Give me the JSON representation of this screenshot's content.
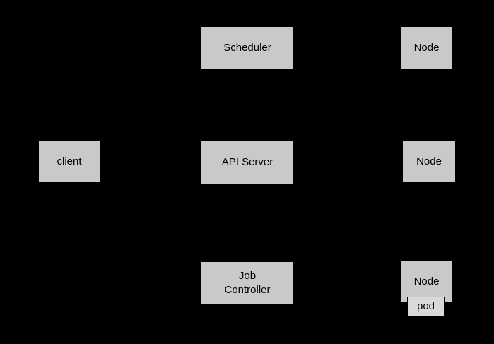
{
  "diagram": {
    "background": "#000000",
    "box_fill": "#c9c9c9",
    "pod_fill": "#d9d9d9",
    "text_color": "#000000",
    "nodes": [
      {
        "id": "scheduler",
        "label": "Scheduler"
      },
      {
        "id": "node-top",
        "label": "Node"
      },
      {
        "id": "client",
        "label": "client"
      },
      {
        "id": "api-server",
        "label": "API Server"
      },
      {
        "id": "node-middle",
        "label": "Node"
      },
      {
        "id": "job-controller",
        "label": "Job Controller"
      },
      {
        "id": "node-bottom",
        "label": "Node"
      },
      {
        "id": "pod",
        "label": "pod"
      }
    ]
  }
}
